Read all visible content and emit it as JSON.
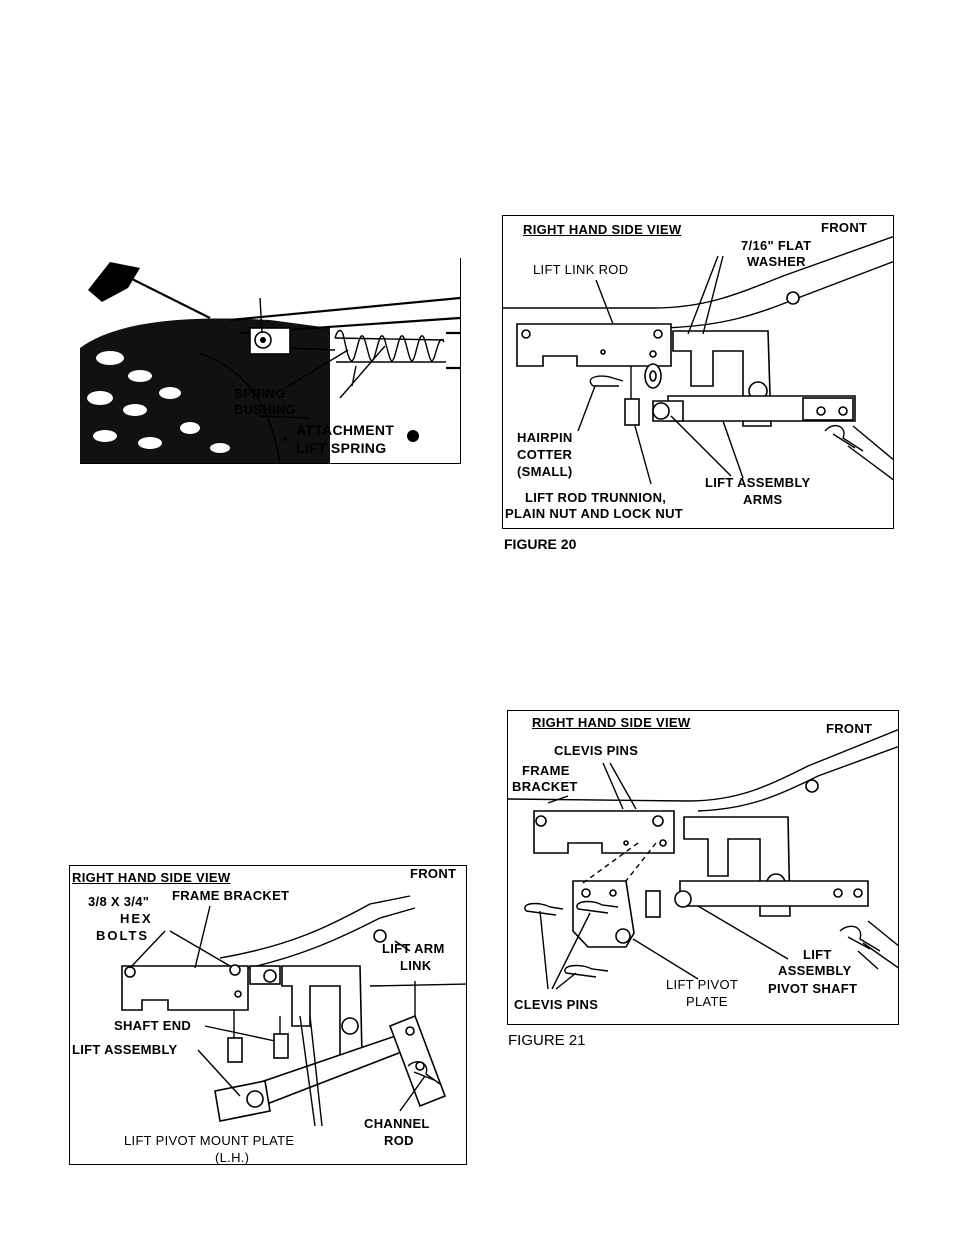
{
  "fig_spring": {
    "labels": {
      "spring": "SPRING",
      "bushing": "BUSHING",
      "attachment": "ATTACHMENT",
      "lift_spring": "LIFT SPRING"
    }
  },
  "figure20": {
    "view_title": "RIGHT HAND SIDE VIEW",
    "front": "FRONT",
    "labels": {
      "flat_washer_1": "7/16\" FLAT",
      "flat_washer_2": "WASHER",
      "lift_link_rod": "LIFT LINK ROD",
      "hairpin": "HAIRPIN",
      "cotter": "COTTER",
      "small": "(SMALL)",
      "lift_assembly": "LIFT ASSEMBLY",
      "arms": "ARMS",
      "trunnion_1": "LIFT ROD TRUNNION,",
      "trunnion_2": "PLAIN NUT AND LOCK NUT"
    },
    "caption": "FIGURE 20"
  },
  "figure21": {
    "view_title": "RIGHT HAND SIDE VIEW",
    "front": "FRONT",
    "labels": {
      "clevis_pins_top": "CLEVIS PINS",
      "frame": "FRAME",
      "bracket": "BRACKET",
      "lift": "LIFT",
      "assembly": "ASSEMBLY",
      "pivot_shaft": "PIVOT SHAFT",
      "lift_pivot": "LIFT PIVOT",
      "plate": "PLATE",
      "clevis_pins_bottom": "CLEVIS PINS"
    },
    "caption": "FIGURE 21"
  },
  "fig_bottom_left": {
    "view_title": "RIGHT HAND SIDE VIEW",
    "front": "FRONT",
    "labels": {
      "bolts_1": "3/8 X 3/4\"",
      "bolts_2": "HEX",
      "bolts_3": "BOLTS",
      "frame_bracket": "FRAME BRACKET",
      "lift_arm": "LIFT ARM",
      "link": "LINK",
      "shaft_end": "SHAFT END",
      "lift_assembly": "LIFT ASSEMBLY",
      "channel": "CHANNEL",
      "rod": "ROD",
      "mount_plate": "LIFT PIVOT MOUNT PLATE",
      "lh": "(L.H.)"
    }
  }
}
